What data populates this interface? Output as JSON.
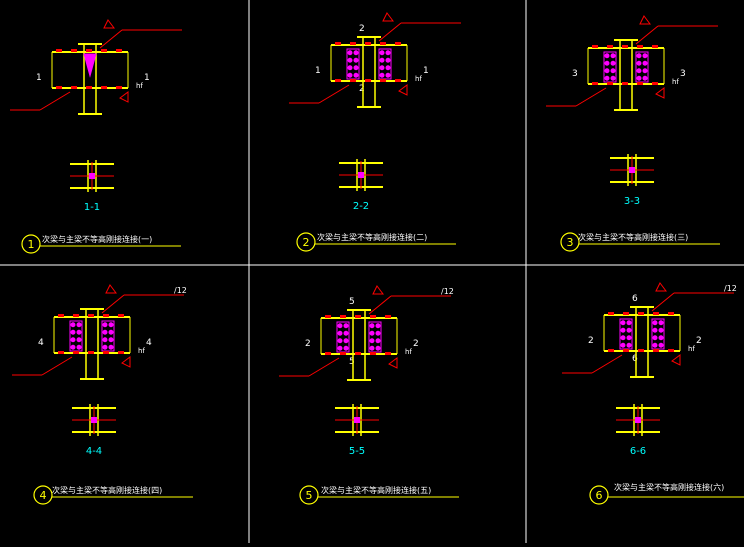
{
  "panels": [
    {
      "id": 1,
      "number": "1",
      "title": "次梁与主梁不等高刚接连接(一)",
      "section_label": "1-1",
      "cut_labels": [
        "1",
        "1"
      ],
      "weld_label": "hf"
    },
    {
      "id": 2,
      "number": "2",
      "title": "次梁与主梁不等高刚接连接(二)",
      "section_label": "2-2",
      "cut_labels": [
        "1",
        "1",
        "2",
        "2"
      ],
      "weld_label": "hf"
    },
    {
      "id": 3,
      "number": "3",
      "title": "次梁与主梁不等高刚接连接(三)",
      "section_label": "3-3",
      "cut_labels": [
        "3",
        "3"
      ],
      "weld_label": "hf"
    },
    {
      "id": 4,
      "number": "4",
      "title": "次梁与主梁不等高刚接连接(四)",
      "section_label": "4-4",
      "cut_labels": [
        "4",
        "4"
      ],
      "weld_label": "hf",
      "annotation": "/12"
    },
    {
      "id": 5,
      "number": "5",
      "title": "次梁与主梁不等高刚接连接(五)",
      "section_label": "5-5",
      "cut_labels": [
        "2",
        "2",
        "5",
        "5"
      ],
      "weld_label": "hf",
      "annotation": "/12"
    },
    {
      "id": 6,
      "number": "6",
      "title": "次梁与主梁不等高刚接连接(六)",
      "section_label": "6-6",
      "cut_labels": [
        "2",
        "2",
        "6",
        "6"
      ],
      "weld_label": "hf",
      "annotation": "/12"
    }
  ],
  "colors": {
    "background": "#000000",
    "grid": "#ffffff",
    "steel": "#ffff00",
    "plate": "#ff00ff",
    "dims": "#ff0000",
    "cyan": "#00ffff",
    "white": "#ffffff"
  }
}
